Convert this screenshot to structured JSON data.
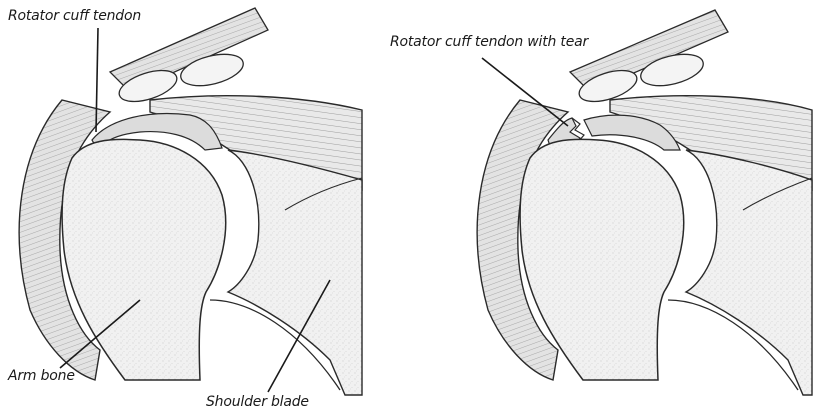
{
  "labels": {
    "rotator_cuff_tendon": "Rotator cuff tendon",
    "arm_bone": "Arm bone",
    "shoulder_blade": "Shoulder blade",
    "rotator_cuff_tendon_with_tear": "Rotator cuff tendon with tear"
  },
  "colors": {
    "ink": "#1a1a1a",
    "bone_fill": "#efefef",
    "tissue_fill": "#d9d9d9",
    "background": "#ffffff"
  }
}
